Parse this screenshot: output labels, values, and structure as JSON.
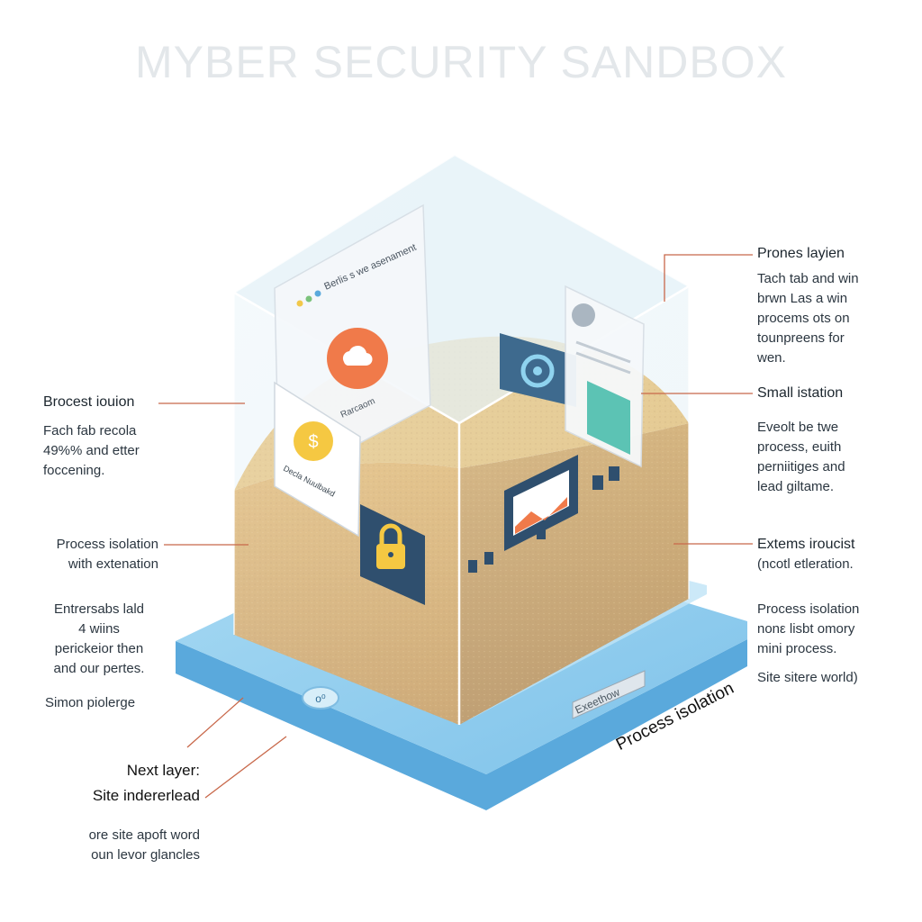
{
  "title": "MYBER SECURITY SANDBOX",
  "panel_texts": {
    "browser_header": "Berlis s we asenament",
    "browser_footer": "Rarcaom",
    "payment_card": "Decla Nuulbakd",
    "base_tag": "Exeethow"
  },
  "icons": [
    "window-icon",
    "cloud-icon",
    "dollar-icon",
    "lock-icon",
    "image-icon",
    "avatar-icon",
    "gear-icon"
  ],
  "colors": {
    "glass": "#dcecf4",
    "sand_top": "#e9b45a",
    "sand_side": "#c88a3a",
    "base_top": "#8fcdee",
    "base_side": "#5aa9dc",
    "orange": "#f07a4a",
    "gold": "#f5c842",
    "navy": "#2f4f6e",
    "teal": "#5cc3b4",
    "leader": "#c8684a"
  },
  "labels": {
    "l1": {
      "heading": "Brocest iouion",
      "lines": [
        "Fach fab recola",
        "49%% and etter",
        "foccening."
      ]
    },
    "l2": {
      "lines": [
        "Process isolation",
        "with extenation"
      ]
    },
    "l3": {
      "lines": [
        "Entrersabs lald",
        "4 wiins",
        "perickeior then",
        "and our pertes."
      ]
    },
    "l4": {
      "lines": [
        "Simon piolerge"
      ]
    },
    "l5": {
      "heading": "Next layer:",
      "sub": "Site indererlead"
    },
    "l6": {
      "lines": [
        "ore site apoft word",
        "oun levor glancles"
      ]
    },
    "r1": {
      "heading": "Prones layien",
      "lines": [
        "Tach tab and win",
        "brwn Las a win",
        "procems ots on",
        "tounpreens for",
        "wen."
      ]
    },
    "r2": {
      "heading": "Small istation",
      "lines": [
        "Eveolt be twe",
        "process, euith",
        "perniitiges and",
        "lead giltame."
      ]
    },
    "r3": {
      "heading": "Extems iroucist",
      "lines": [
        "(ncotl etleration."
      ]
    },
    "r4": {
      "lines": [
        "Process isolation",
        "nonε lisbt omory",
        "mini process.",
        "Site sitere world)"
      ]
    },
    "bottom": "Process isolation"
  }
}
